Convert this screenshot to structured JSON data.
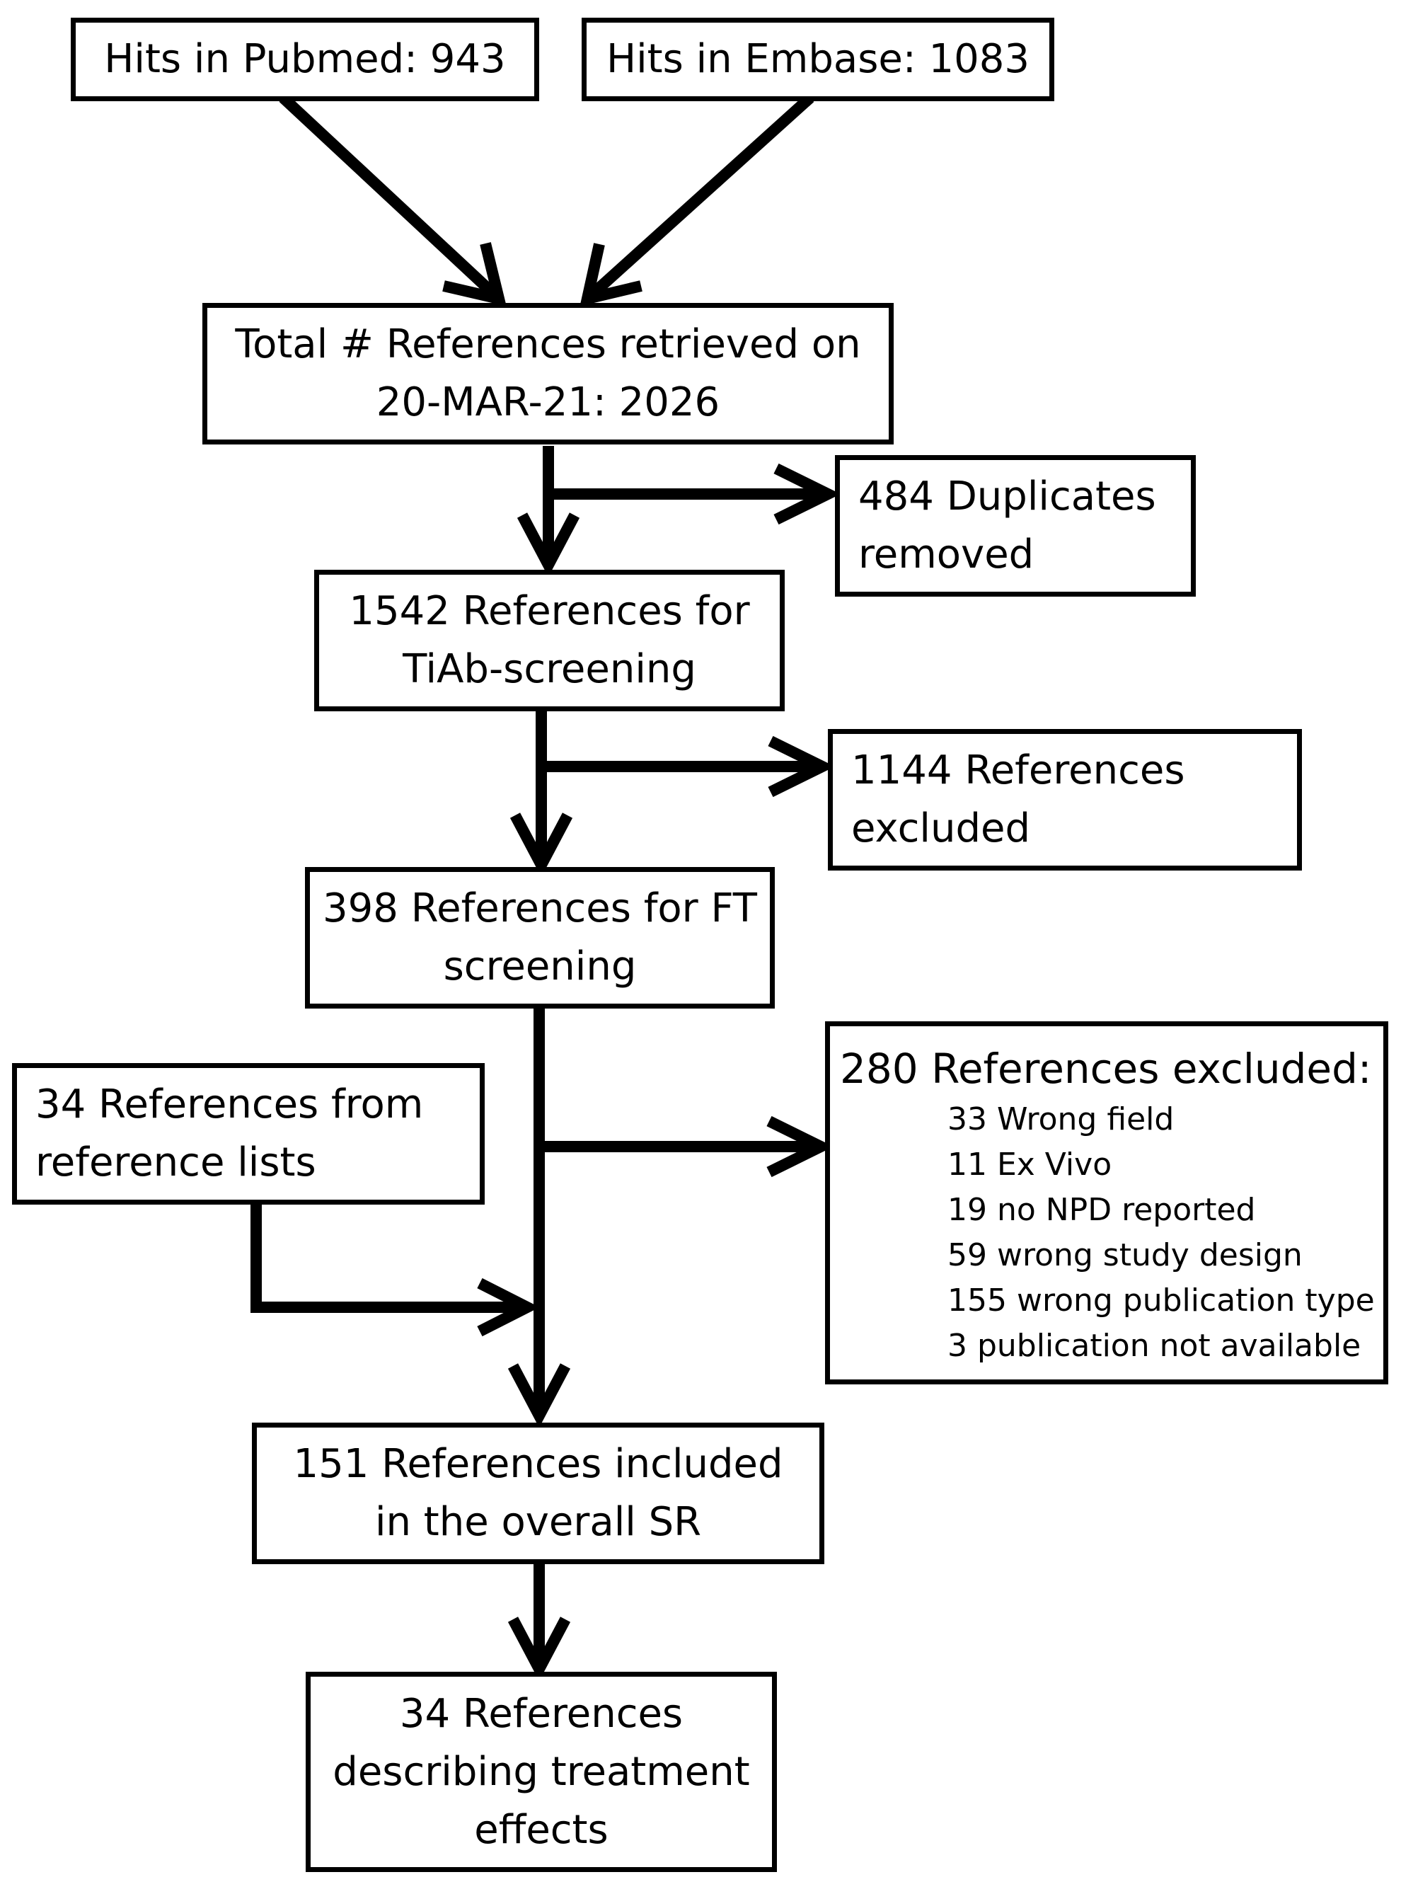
{
  "diagram": {
    "type": "flowchart",
    "boxes": {
      "pubmed": {
        "line1": "Hits in Pubmed: 943"
      },
      "embase": {
        "line1": "Hits in Embase: 1083"
      },
      "total": {
        "line1": "Total # References retrieved on",
        "line2": "20-MAR-21: 2026"
      },
      "duplicates": {
        "line1": "484 Duplicates",
        "line2": "removed"
      },
      "tiab": {
        "line1": "1542 References for",
        "line2": "TiAb-screening"
      },
      "tiab_excluded": {
        "line1": "1144 References",
        "line2": "excluded"
      },
      "ft": {
        "line1": "398 References for FT",
        "line2": "screening"
      },
      "reflists": {
        "line1": "34 References from",
        "line2": "reference lists"
      },
      "ft_excluded": {
        "heading": "280 References excluded:",
        "reasons": [
          "33 Wrong field",
          "11 Ex Vivo",
          "19 no NPD reported",
          "59 wrong study design",
          "155 wrong publication type",
          "3 publication not available"
        ]
      },
      "included": {
        "line1": "151 References included",
        "line2": "in the overall SR"
      },
      "treatment": {
        "line1": "34 References",
        "line2": "describing treatment",
        "line3": "effects"
      }
    },
    "colors": {
      "stroke": "#000000",
      "background": "#ffffff"
    }
  }
}
